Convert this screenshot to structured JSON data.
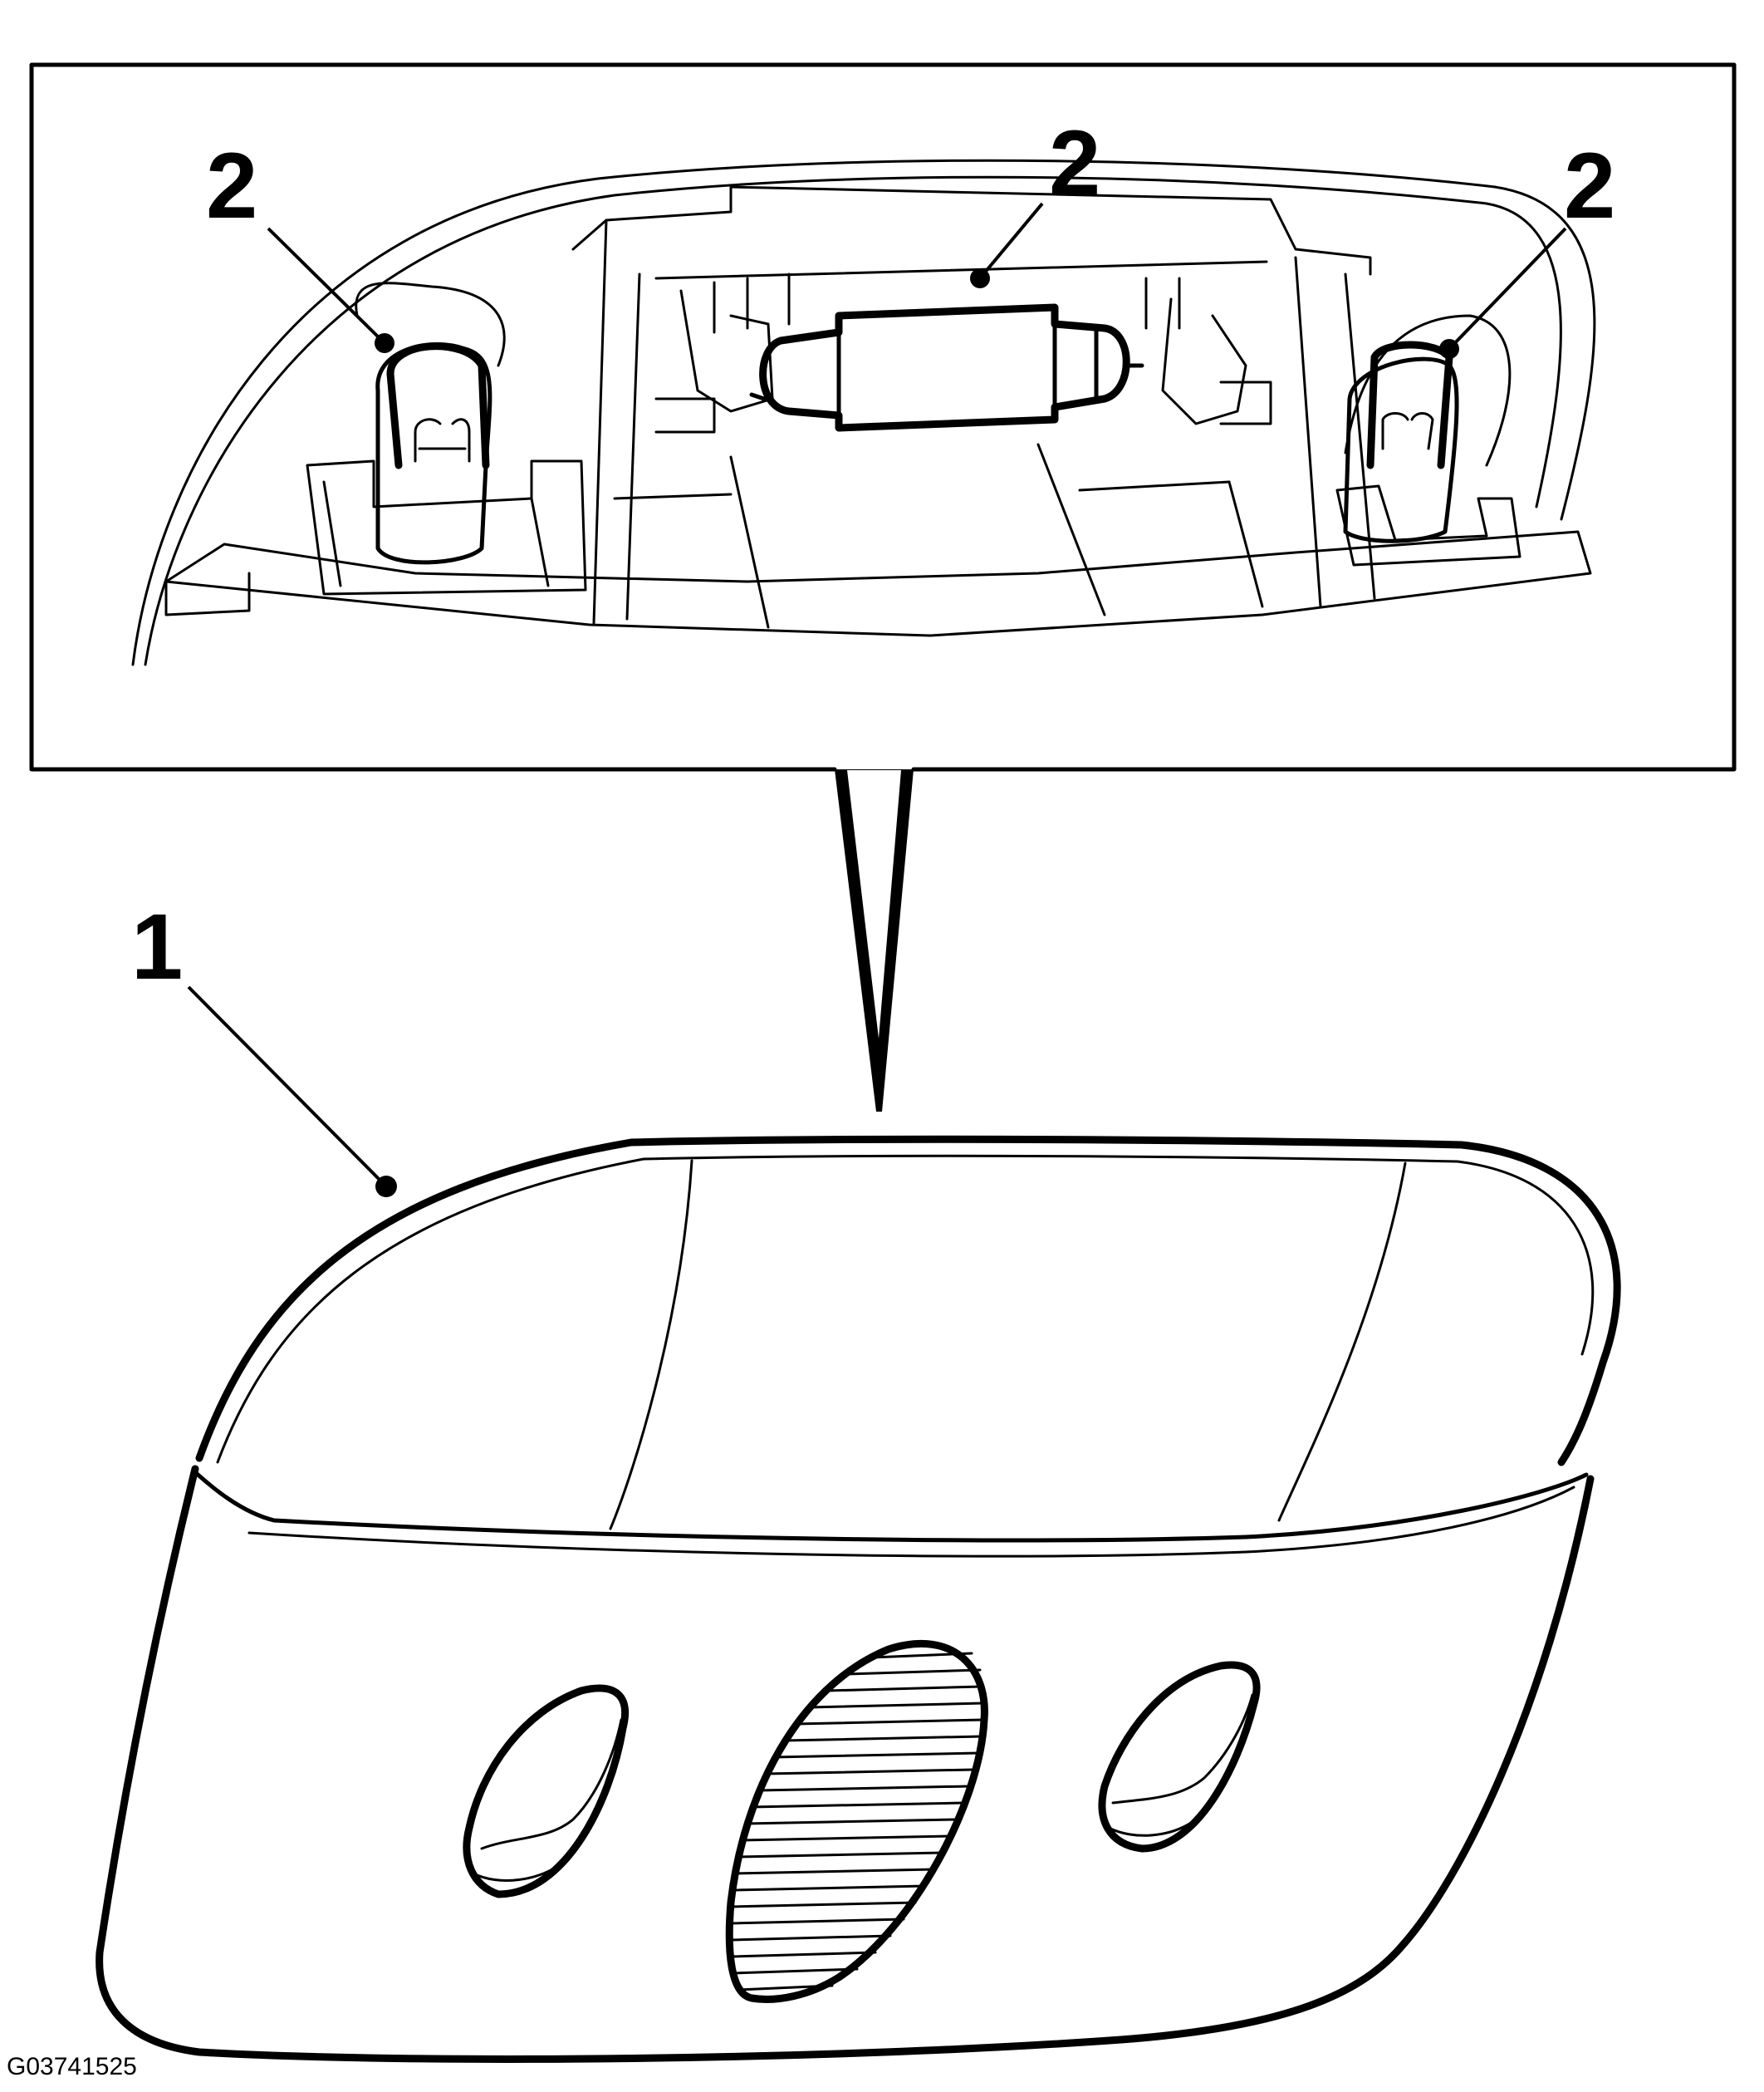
{
  "callouts": {
    "lamp_left": "2",
    "lamp_center": "2",
    "lamp_right": "2",
    "housing": "1"
  },
  "figure_id": "G03741525"
}
